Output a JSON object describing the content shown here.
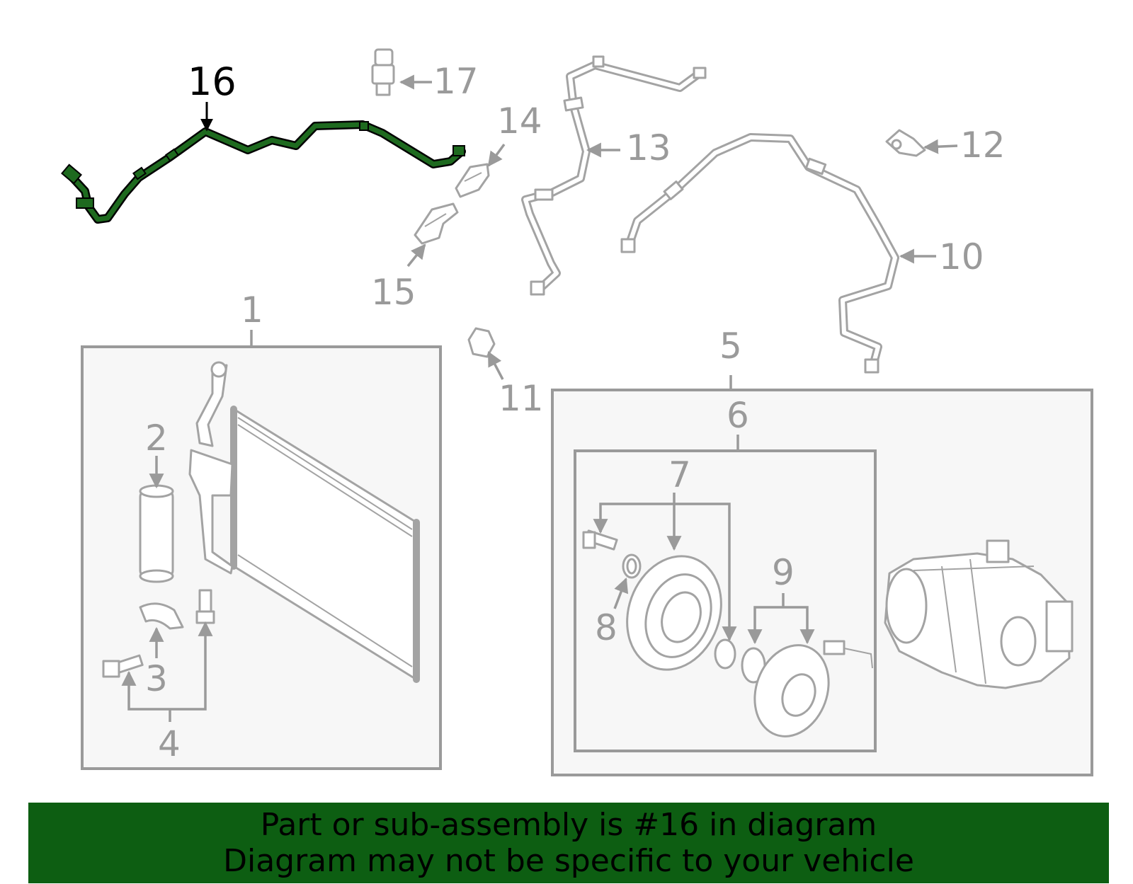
{
  "highlighted_part": "16",
  "callouts": {
    "c1": "1",
    "c2": "2",
    "c3": "3",
    "c4": "4",
    "c5": "5",
    "c6": "6",
    "c7": "7",
    "c8": "8",
    "c9": "9",
    "c10": "10",
    "c11": "11",
    "c12": "12",
    "c13": "13",
    "c14": "14",
    "c15": "15",
    "c16": "16",
    "c17": "17"
  },
  "colors": {
    "highlight": "#0d5e12",
    "banner": "#0d5e12",
    "parts": "#9a9a9a"
  },
  "banner": {
    "line1": "Part or sub-assembly is #16 in diagram",
    "line2": "Diagram may not be specific to your vehicle"
  }
}
